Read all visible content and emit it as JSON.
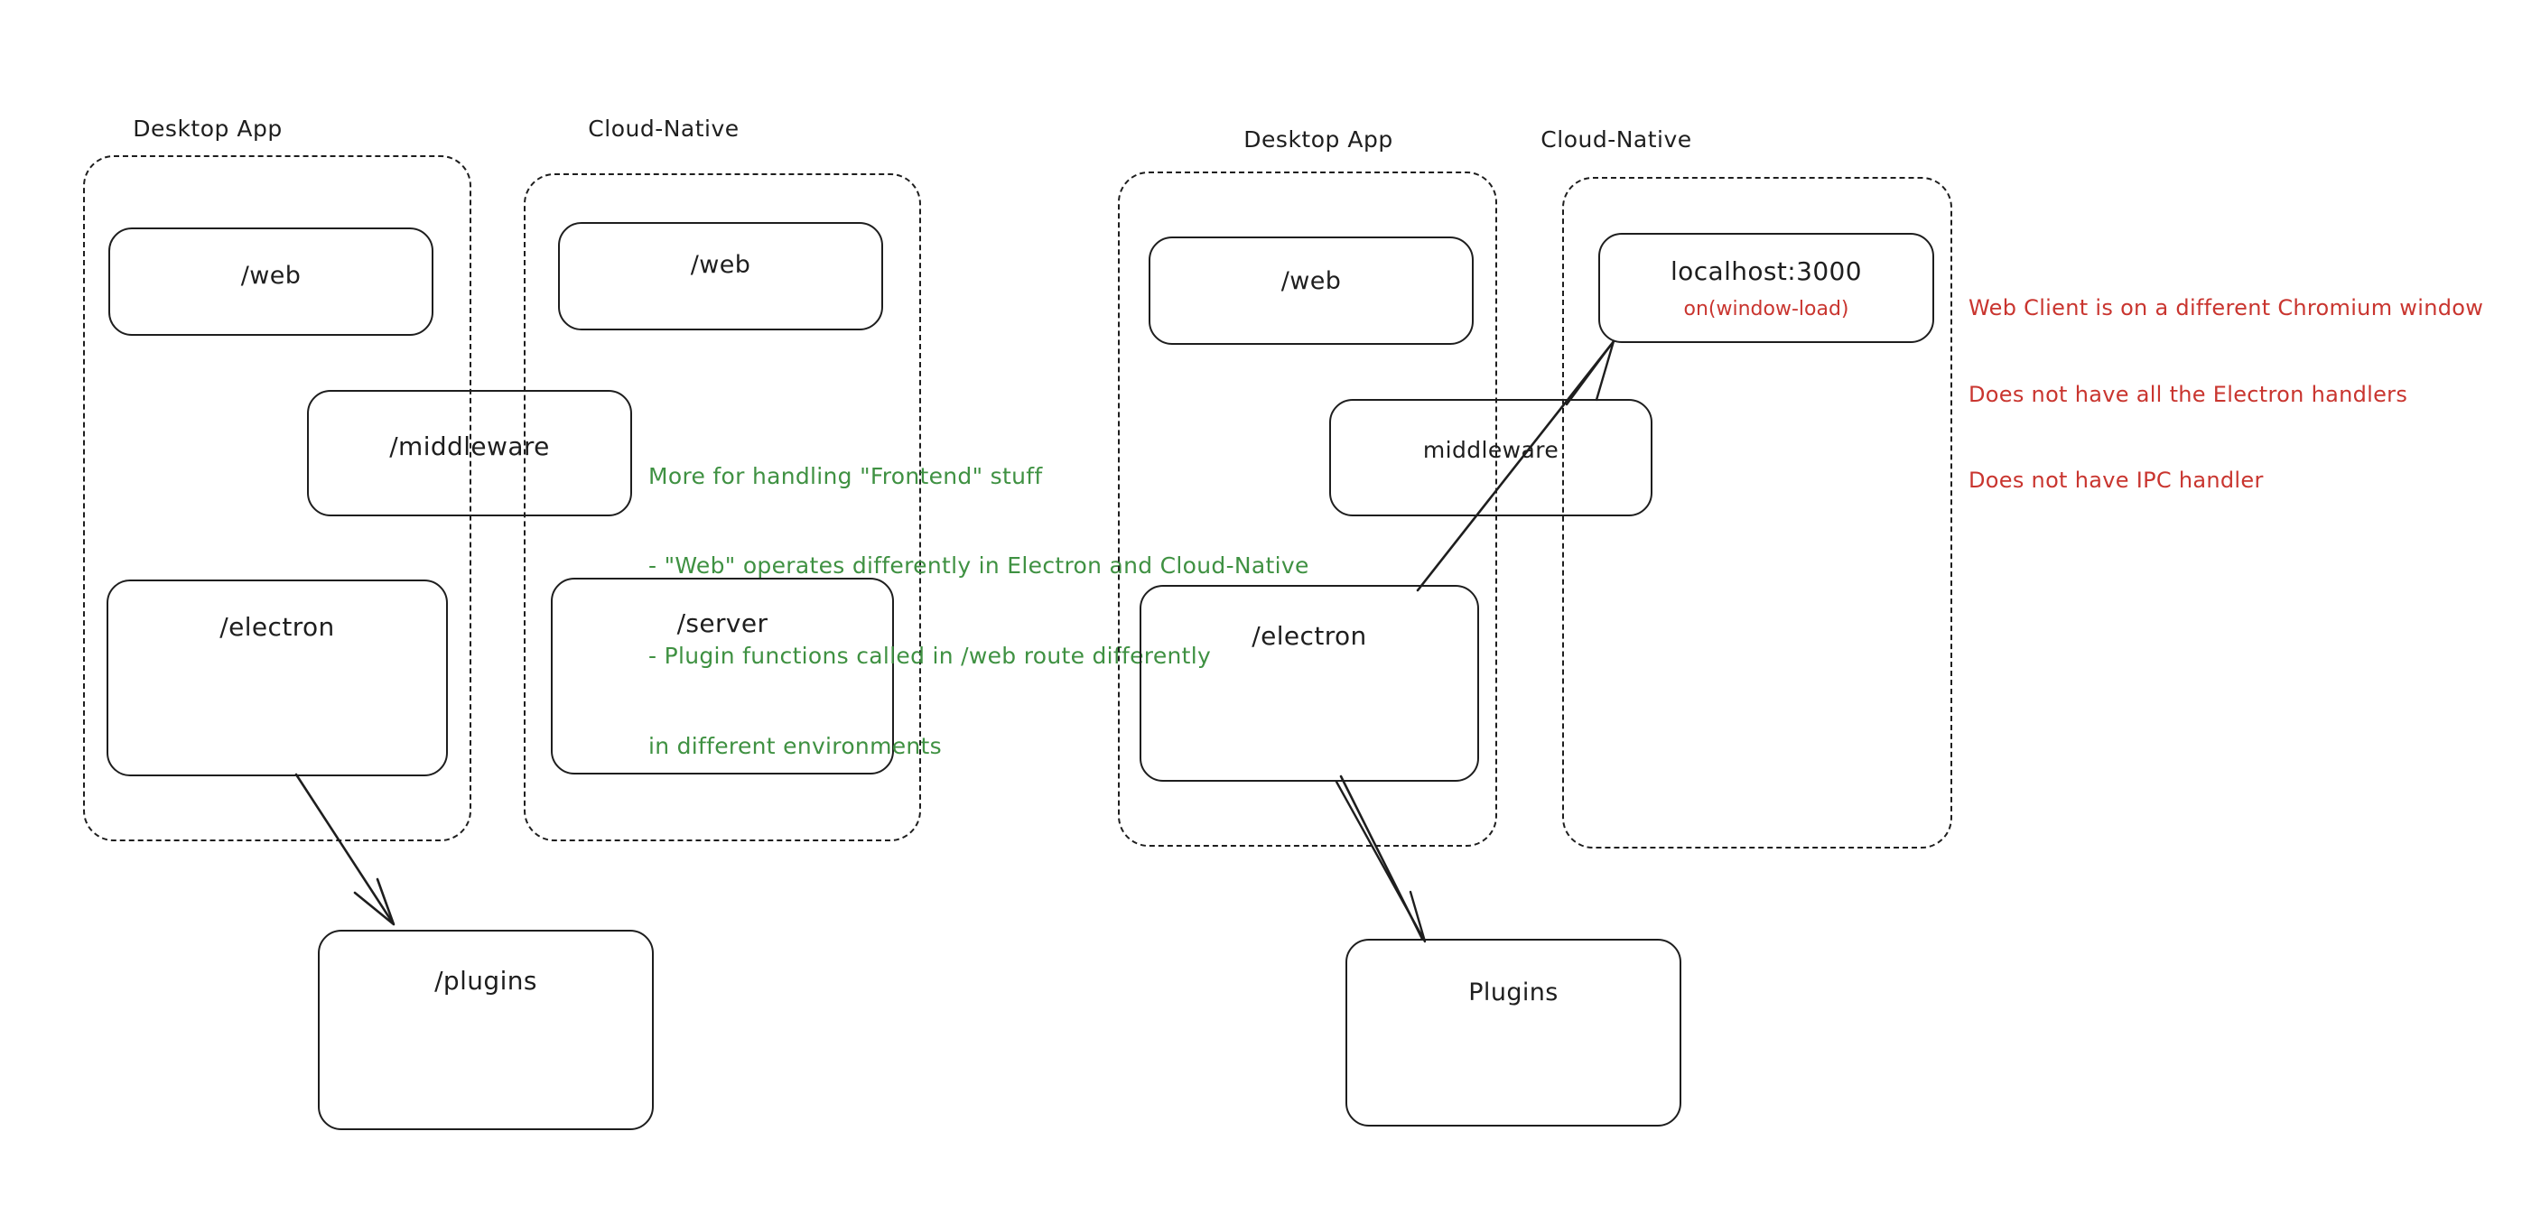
{
  "diagram": {
    "title": "Electron vs Cloud-Native architecture sketch",
    "colors": {
      "stroke": "#1e1e1e",
      "green": "#3f9142",
      "red": "#c9352f",
      "background": "#ffffff"
    }
  },
  "left_diagram": {
    "groups": [
      {
        "label": "Desktop App"
      },
      {
        "label": "Cloud-Native"
      }
    ],
    "nodes": [
      {
        "label": "/web"
      },
      {
        "label": "/web"
      },
      {
        "label": "/middleware"
      },
      {
        "label": "/electron"
      },
      {
        "label": "/server"
      },
      {
        "label": "/plugins"
      }
    ],
    "annotation": {
      "line1": "More for handling \"Frontend\" stuff",
      "line2": "- \"Web\" operates differently in Electron and Cloud-Native",
      "line3": "- Plugin functions called in /web route differently",
      "line4": "in different environments"
    }
  },
  "right_diagram": {
    "groups": [
      {
        "label": "Desktop App"
      },
      {
        "label": "Cloud-Native"
      }
    ],
    "nodes": [
      {
        "label": "/web"
      },
      {
        "label": "localhost:3000",
        "sublabel": "on(window-load)"
      },
      {
        "label": "middleware"
      },
      {
        "label": "/electron"
      },
      {
        "label": "Plugins"
      }
    ],
    "annotation": {
      "line1": "Web Client is on a different Chromium window",
      "line2": "Does not have all the Electron handlers",
      "line3": "Does not have IPC handler"
    }
  }
}
